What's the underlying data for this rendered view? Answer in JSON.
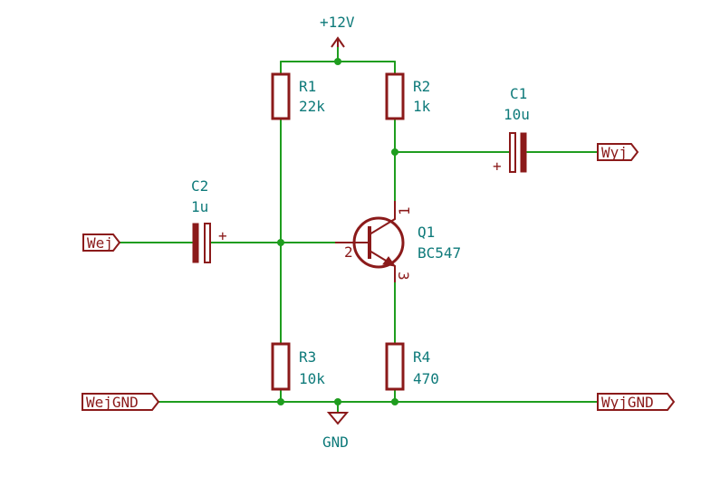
{
  "power": {
    "vcc_label": "+12V",
    "gnd_label": "GND"
  },
  "resistors": {
    "r1": {
      "ref": "R1",
      "value": "22k"
    },
    "r2": {
      "ref": "R2",
      "value": "1k"
    },
    "r3": {
      "ref": "R3",
      "value": "10k"
    },
    "r4": {
      "ref": "R4",
      "value": "470"
    }
  },
  "capacitors": {
    "c1": {
      "ref": "C1",
      "value": "10u",
      "polarity": "+"
    },
    "c2": {
      "ref": "C2",
      "value": "1u",
      "polarity": "+"
    }
  },
  "transistor": {
    "ref": "Q1",
    "value": "BC547",
    "pin_collector": "1",
    "pin_base": "2",
    "pin_emitter": "3"
  },
  "ports": {
    "wej": "Wej",
    "wyj": "Wyj",
    "wejgnd": "WejGND",
    "wyjgnd": "WyjGND"
  },
  "colors": {
    "wire": "#1f9d1f",
    "component": "#8b1a1a",
    "label": "#0e7a7a"
  }
}
